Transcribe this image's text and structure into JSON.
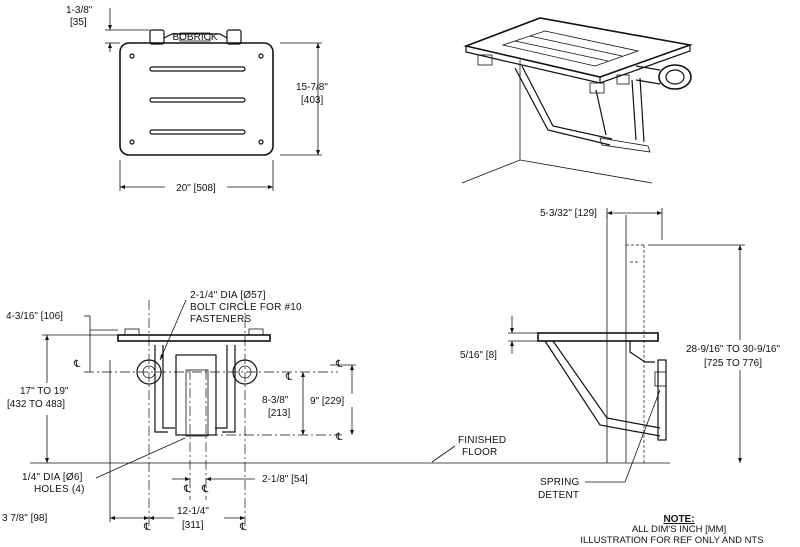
{
  "top_view": {
    "dim_tab": "1-3/8\"",
    "dim_tab_mm": "[35]",
    "dim_height": "15-7/8\"",
    "dim_height_mm": "[403]",
    "dim_width": "20\" [508]",
    "badge": "BOBRICK"
  },
  "front_view": {
    "dim_offset": "4-3/16\" [106]",
    "bolt_circle_line1": "2-1/4\" DIA [Ø57]",
    "bolt_circle_line2": "BOLT CIRCLE FOR #10",
    "bolt_circle_line3": "FASTENERS",
    "dim_floor_height": "17\" TO 19\"",
    "dim_floor_height_mm": "[432 TO 483]",
    "dim_vertical": "8-3/8\"",
    "dim_vertical_mm": "[213]",
    "dim_vertical_total": "9\" [229]",
    "holes_line1": "1/4\" DIA [Ø6]",
    "holes_line2": "HOLES (4)",
    "dim_inner": "2-1/8\" [54]",
    "dim_left": "3 7/8\" [98]",
    "dim_bottom": "12-1/4\"",
    "dim_bottom_mm": "[311]",
    "centerline": "℄"
  },
  "side_view": {
    "dim_depth": "5-3/32\" [129]",
    "dim_thickness": "5/16\" [8]",
    "dim_height_line1": "28-9/16\" TO 30-9/16\"",
    "dim_height_line2": "[725 TO 776]",
    "floor_line1": "FINISHED",
    "floor_line2": "FLOOR",
    "spring_line1": "SPRING",
    "spring_line2": "DETENT"
  },
  "note": {
    "title": "NOTE:",
    "line1": "ALL DIM'S INCH [MM]",
    "line2": "ILLUSTRATION FOR REF ONLY AND NTS"
  }
}
